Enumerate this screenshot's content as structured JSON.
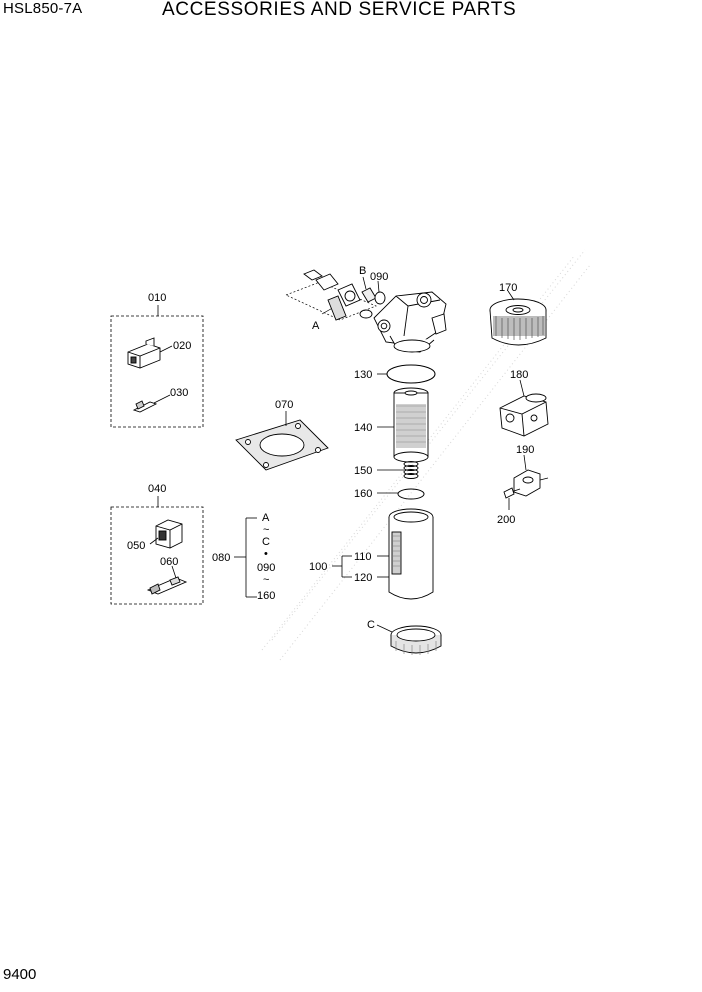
{
  "header": {
    "model": "HSL850-7A",
    "title": "ACCESSORIES AND SERVICE PARTS"
  },
  "footer": {
    "page_number": "9400"
  },
  "callouts": {
    "p010": "010",
    "p020": "020",
    "p030": "030",
    "p040": "040",
    "p050": "050",
    "p060": "060",
    "p070": "070",
    "p080": "080",
    "p090": "090",
    "p100": "100",
    "p110": "110",
    "p120": "120",
    "p130": "130",
    "p140": "140",
    "p150": "150",
    "p160": "160",
    "p170": "170",
    "p180": "180",
    "p190": "190",
    "p200": "200",
    "refA": "A",
    "refB": "B",
    "refC": "C",
    "kit": {
      "a": "A",
      "tilde1": "~",
      "c": "C",
      "dot": "•",
      "n090": "090",
      "tilde2": "~",
      "n160": "160"
    }
  }
}
